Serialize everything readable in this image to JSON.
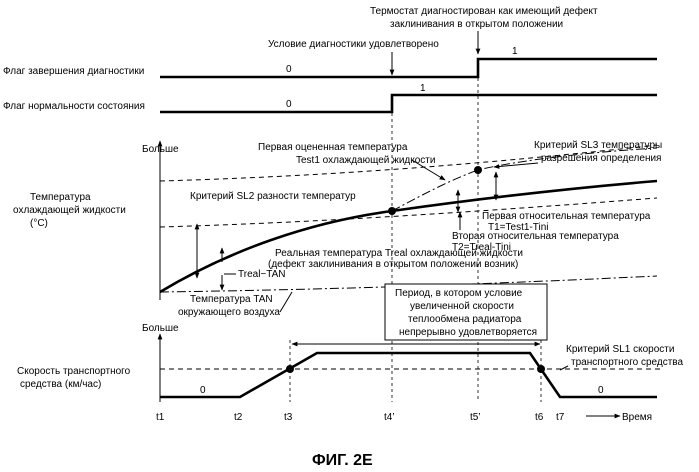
{
  "labels": {
    "flag_diag_done": "Флаг завершения диагностики",
    "flag_normal": "Флаг нормальности состояния",
    "coolant_axis": [
      "Температура",
      "охлаждающей жидкости",
      "(°C)"
    ],
    "speed_axis": [
      "Скорость транспортного",
      "средства (км/час)"
    ],
    "more_top": "Больше",
    "more_bottom": "Больше",
    "time": "Время",
    "figure_caption": "ФИГ. 2E"
  },
  "annotations": {
    "thermostat_diag": [
      "Термостат диагностирован как имеющий дефект",
      "заклинивания в открытом положении"
    ],
    "condition_met": "Условие диагностики удовлетворено",
    "first_estimated": [
      "Первая оцененная температура",
      "Test1 охлаждающей жидкости"
    ],
    "sl3": [
      "Критерий SL3 температуры",
      "разрешения определения"
    ],
    "sl2": "Критерий SL2 разности температур",
    "first_relative": [
      "Первая относительная температура",
      "T1=Test1-Tini"
    ],
    "second_relative": [
      "Вторая относительная температура",
      "T2=Treal-Tini"
    ],
    "real_temp": [
      "Реальная температура Treal охлаждающей жидкости",
      "(дефект заклинивания в открытом положении возник)"
    ],
    "treal_tan": "Treal−TAN",
    "ambient": [
      "Температура TAN",
      "окружающего воздуха"
    ],
    "period_box": [
      "Период, в котором условие",
      "увеличенной скорости",
      "теплообмена радиатора",
      "непрерывно удовлетворяется"
    ],
    "sl1": [
      "Критерий SL1 скорости",
      "транспортного средства"
    ]
  },
  "flags": {
    "diag_done": {
      "before": "0",
      "after": "1"
    },
    "normal": {
      "before": "0",
      "after": "1"
    }
  },
  "speed_values": {
    "low_left": "0",
    "low_right": "0"
  },
  "ticks": [
    "t1",
    "t2",
    "t3",
    "t4’",
    "t5’",
    "t6",
    "t7"
  ]
}
